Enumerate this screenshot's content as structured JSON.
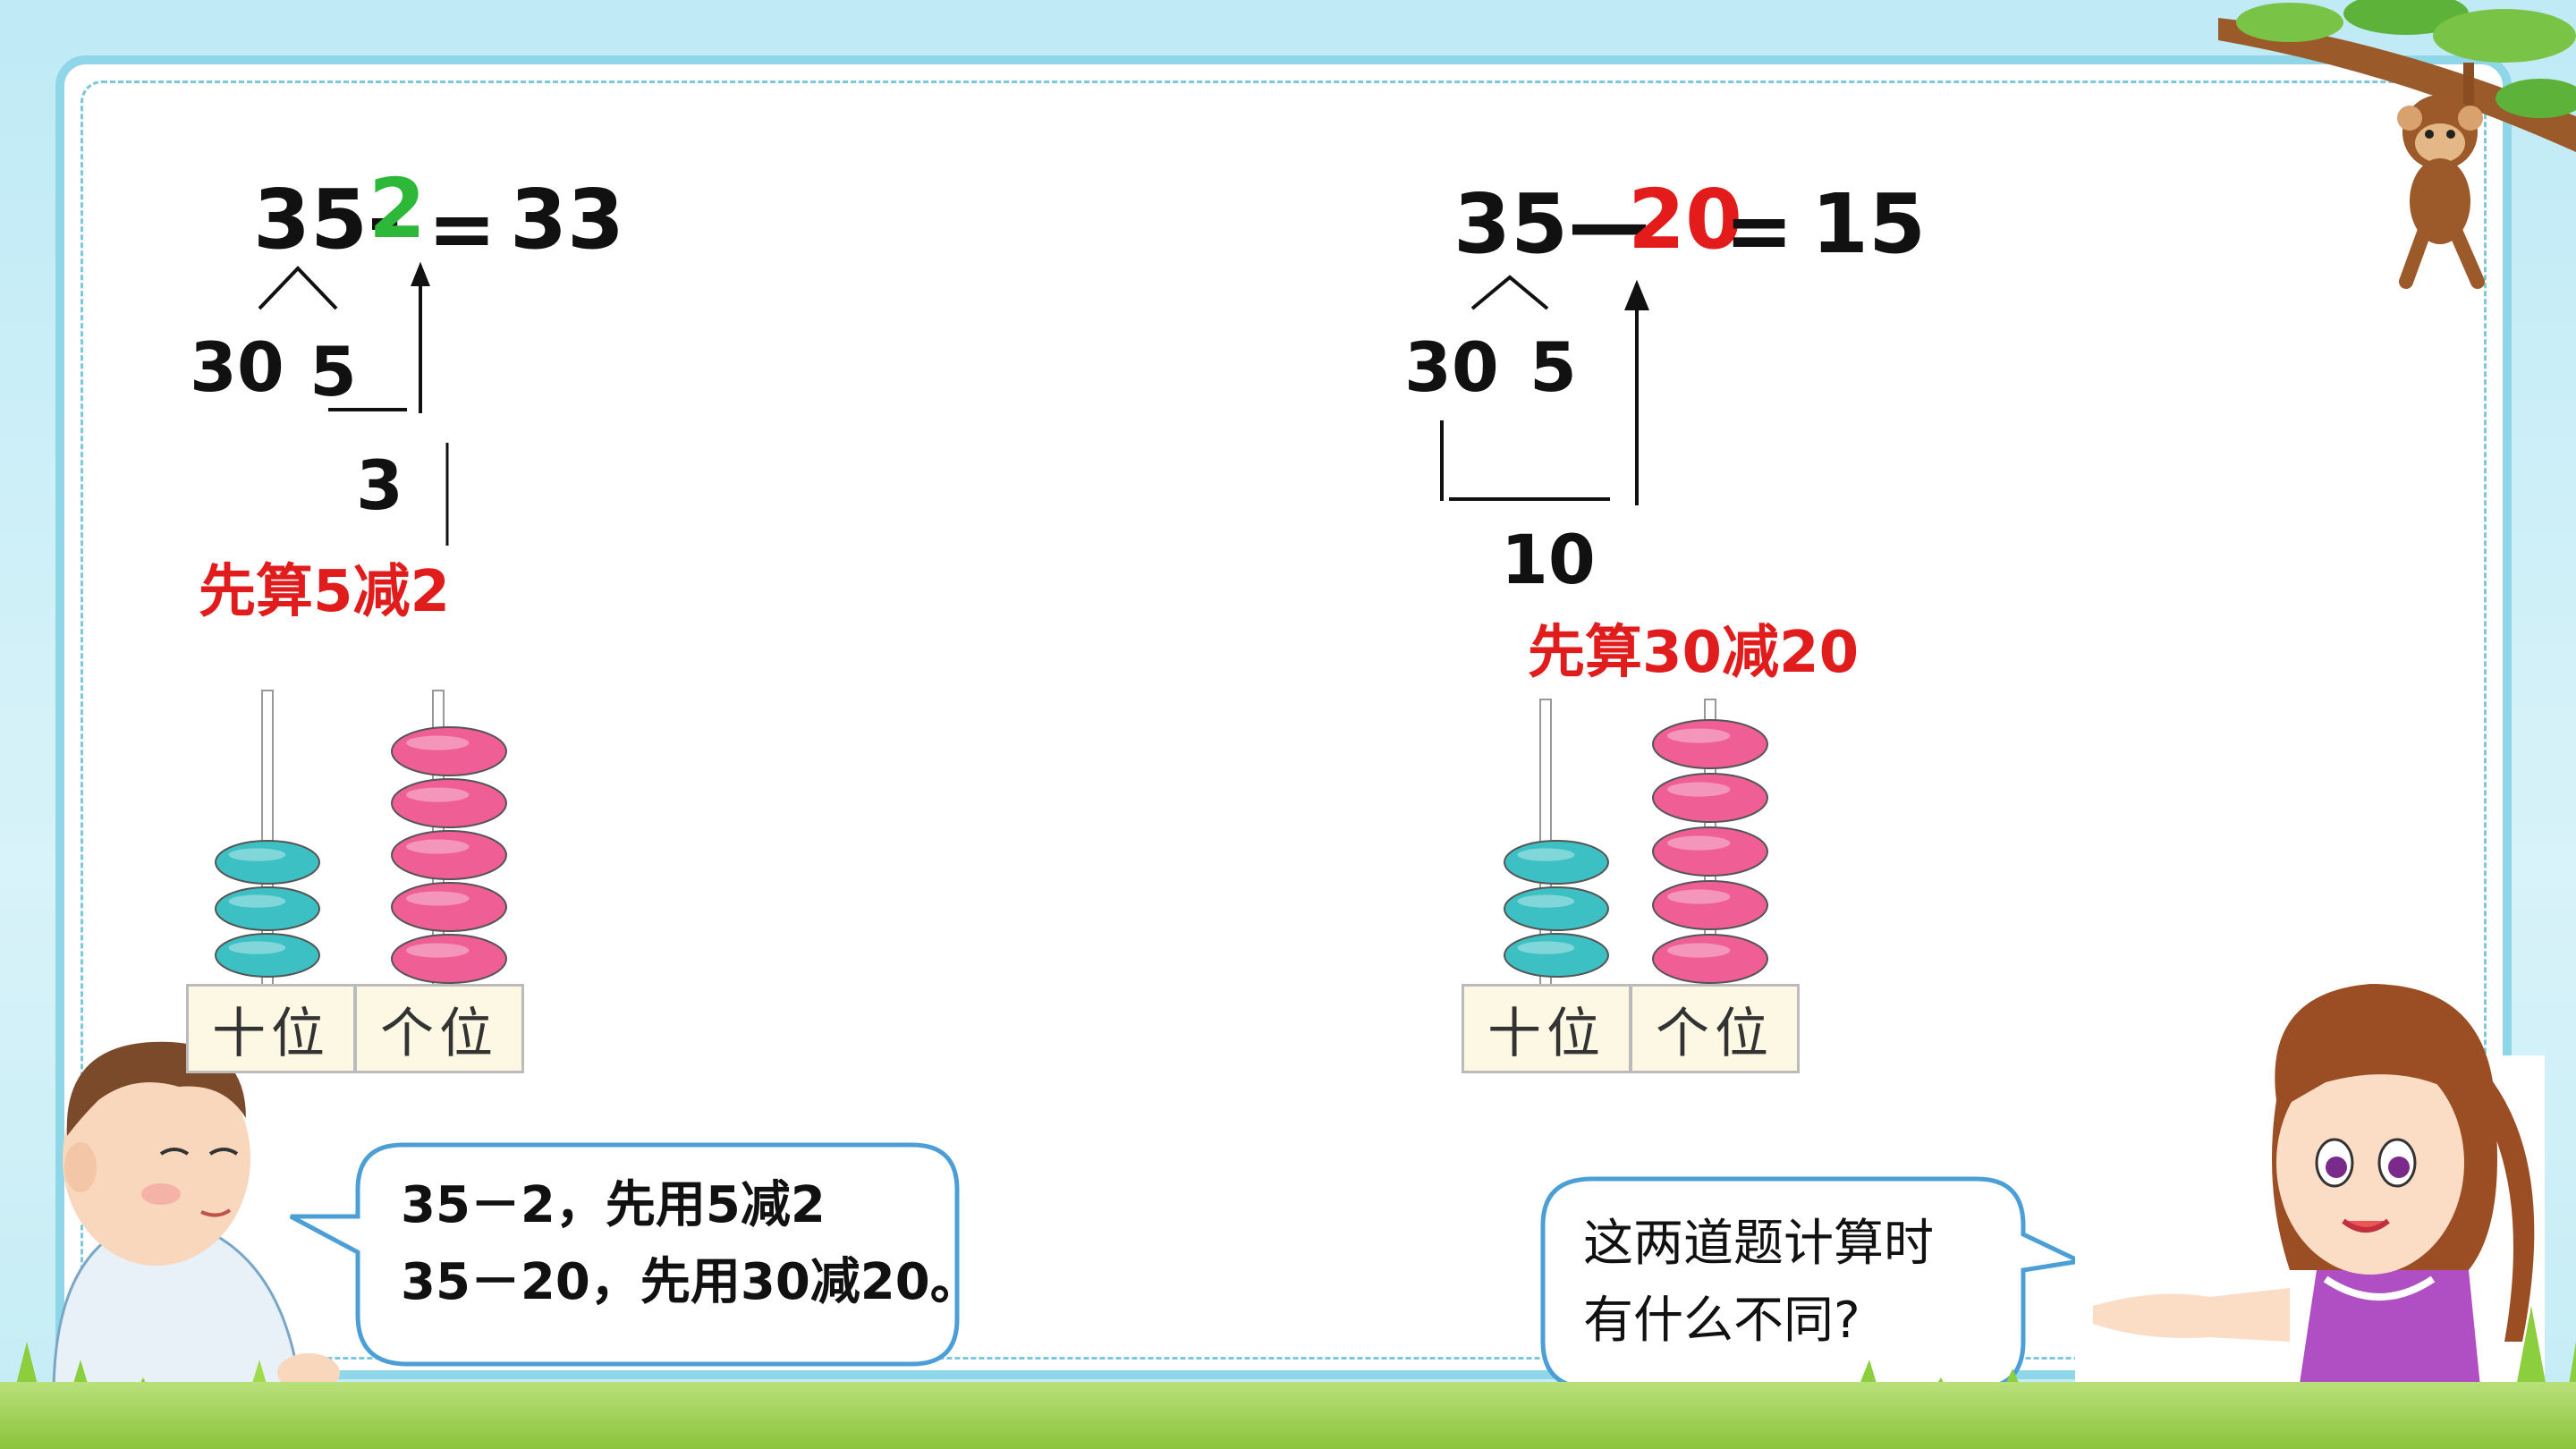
{
  "left": {
    "eq_a": "35-",
    "eq_b": "2",
    "eq_eq": "=",
    "eq_c": "33",
    "split_tens": "30",
    "split_ones": "5",
    "partial": "3",
    "note": "先算5减2",
    "abacus": {
      "tens_label": "十位",
      "ones_label": "个位",
      "tens_beads": 3,
      "ones_beads": 5
    }
  },
  "right": {
    "eq_a": "35—",
    "eq_b": "20",
    "eq_eq": "=",
    "eq_c": "15",
    "split_tens": "30",
    "split_ones": "5",
    "partial": "10",
    "note": "先算30减20",
    "abacus": {
      "tens_label": "十位",
      "ones_label": "个位",
      "tens_beads": 3,
      "ones_beads": 5
    }
  },
  "boy_bubble": {
    "line1": "35－2，先用5减2",
    "line2": "35－20，先用30减20。"
  },
  "girl_bubble": {
    "line1": "这两道题计算时",
    "line2": "有什么不同?"
  },
  "colors": {
    "tens_bead": "#3cc0c4",
    "ones_bead": "#ef5f96",
    "highlight_green": "#2db83a",
    "highlight_red": "#e41b1b",
    "frame": "#8fd6e8"
  }
}
